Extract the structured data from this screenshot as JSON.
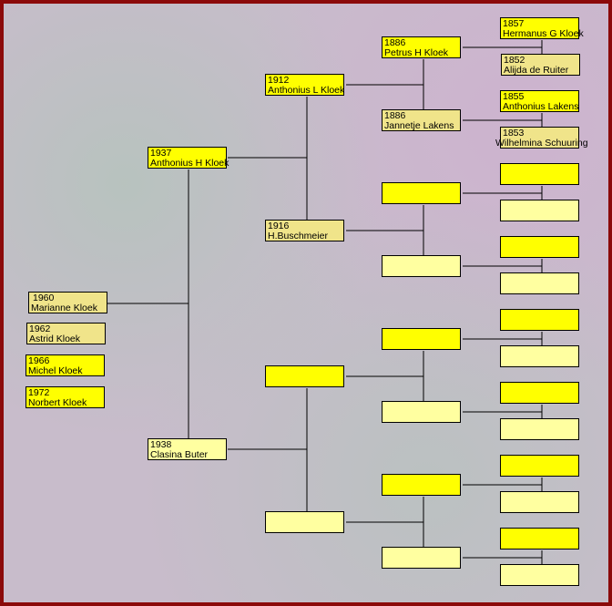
{
  "title": "Family tree",
  "colors": {
    "frame": "#8b0a0a",
    "male": "#ffff00",
    "female": "#f0e48a",
    "unknown": "#ffffa0"
  },
  "children": [
    {
      "year": "1960",
      "name": "Marianne Kloek"
    },
    {
      "year": "1962",
      "name": "Astrid Kloek"
    },
    {
      "year": "1966",
      "name": "Michel Kloek"
    },
    {
      "year": "1972",
      "name": "Norbert Kloek"
    }
  ],
  "parents": {
    "father": {
      "year": "1937",
      "name": "Anthonius H Kloek"
    },
    "mother": {
      "year": "1938",
      "name": "Clasina Buter"
    }
  },
  "grandparents": {
    "paternal_grandfather": {
      "year": "1912",
      "name": "Anthonius L Kloek"
    },
    "paternal_grandmother": {
      "year": "1916",
      "name": "H.Buschmeier"
    }
  },
  "great_grandparents": {
    "ggf1": {
      "year": "1886",
      "name": "Petrus H Kloek"
    },
    "ggm1": {
      "year": "1886",
      "name": "Jannetje Lakens"
    }
  },
  "great_great_grandparents": {
    "gggf1": {
      "year": "1857",
      "name": "Hermanus G Kloek"
    },
    "gggm1": {
      "year": "1852",
      "name": "Alijda de Ruiter"
    },
    "gggf2": {
      "year": "1855",
      "name": "Anthonius Lakens"
    },
    "gggm2": {
      "year": "1853",
      "name": "Wilhelmina Schuuring"
    }
  }
}
